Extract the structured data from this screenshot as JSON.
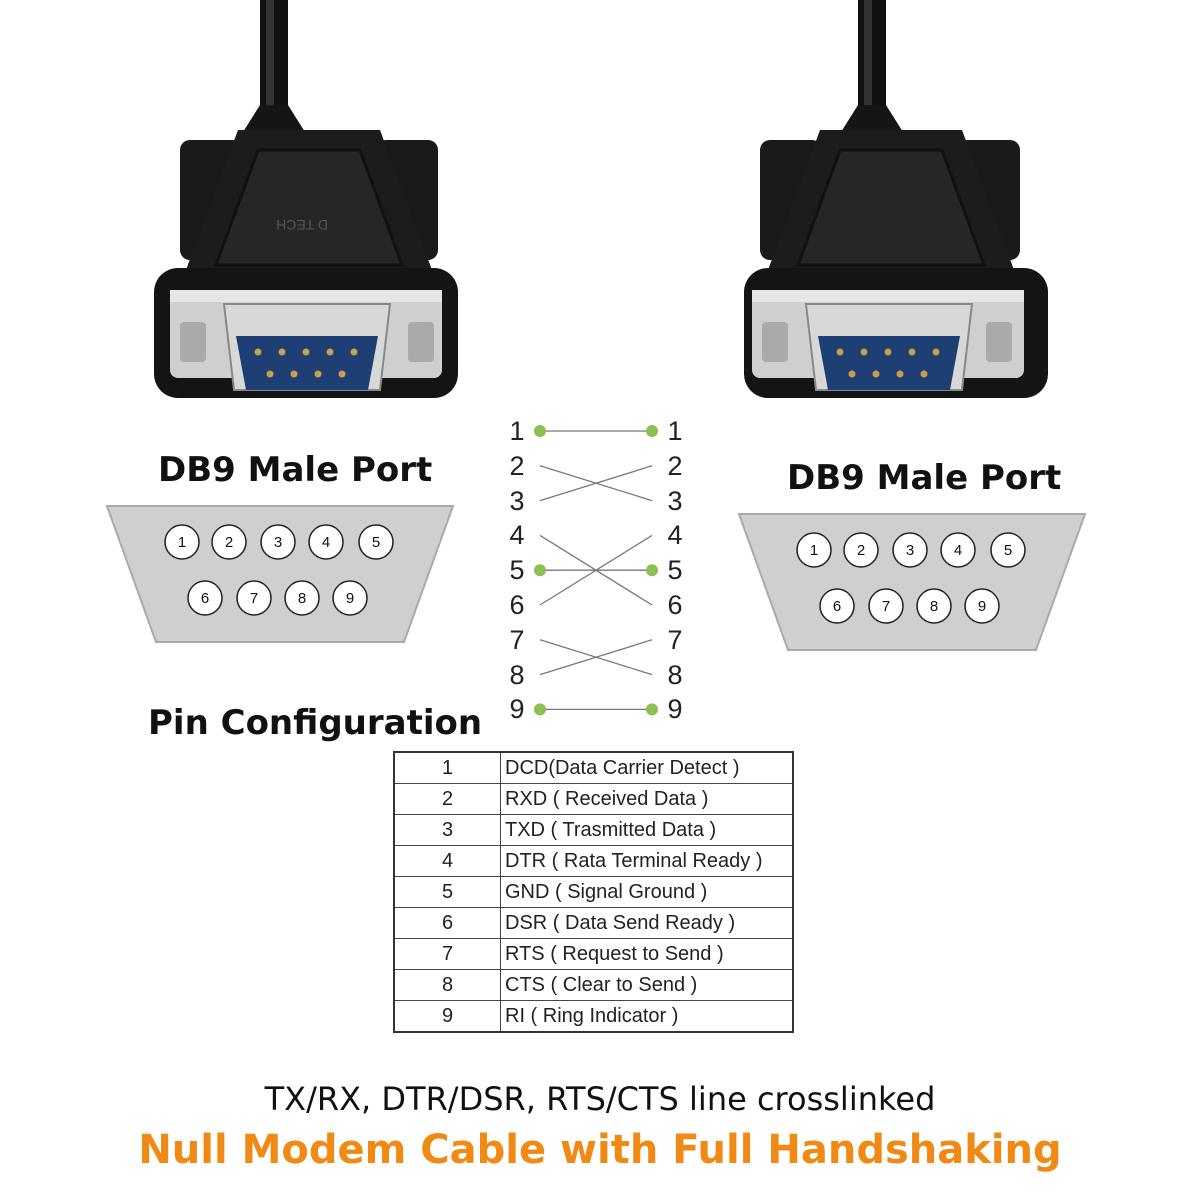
{
  "left_port": {
    "title": "DB9 Male Port",
    "top_pins": [
      "1",
      "2",
      "3",
      "4",
      "5"
    ],
    "bottom_pins": [
      "6",
      "7",
      "8",
      "9"
    ]
  },
  "right_port": {
    "title": "DB9 Male Port",
    "top_pins": [
      "1",
      "2",
      "3",
      "4",
      "5"
    ],
    "bottom_pins": [
      "6",
      "7",
      "8",
      "9"
    ]
  },
  "wiring": {
    "left_pins": [
      "1",
      "2",
      "3",
      "4",
      "5",
      "6",
      "7",
      "8",
      "9"
    ],
    "right_pins": [
      "1",
      "2",
      "3",
      "4",
      "5",
      "6",
      "7",
      "8",
      "9"
    ],
    "connections": [
      [
        1,
        1
      ],
      [
        2,
        3
      ],
      [
        3,
        2
      ],
      [
        4,
        6
      ],
      [
        5,
        5
      ],
      [
        6,
        4
      ],
      [
        7,
        8
      ],
      [
        8,
        7
      ],
      [
        9,
        9
      ]
    ],
    "dotted_pins": [
      1,
      5,
      9
    ],
    "dot_color": "#8cc152"
  },
  "pin_config": {
    "title": "Pin Configuration",
    "rows": [
      {
        "pin": "1",
        "desc": "DCD(Data Carrier Detect )"
      },
      {
        "pin": "2",
        "desc": "RXD ( Received Data )"
      },
      {
        "pin": "3",
        "desc": "TXD ( Trasmitted Data )"
      },
      {
        "pin": "4",
        "desc": "DTR ( Rata Terminal Ready )"
      },
      {
        "pin": "5",
        "desc": "GND ( Signal Ground )"
      },
      {
        "pin": "6",
        "desc": "DSR ( Data Send Ready )"
      },
      {
        "pin": "7",
        "desc": "RTS ( Request to Send )"
      },
      {
        "pin": "8",
        "desc": "CTS ( Clear to Send )"
      },
      {
        "pin": "9",
        "desc": "RI ( Ring Indicator )"
      }
    ]
  },
  "footer": {
    "line1": "TX/RX, DTR/DSR, RTS/CTS line crosslinked",
    "line2": "Null Modem Cable with Full Handshaking",
    "line2_color": "#f08a14"
  },
  "connector_logo": "D TECH"
}
